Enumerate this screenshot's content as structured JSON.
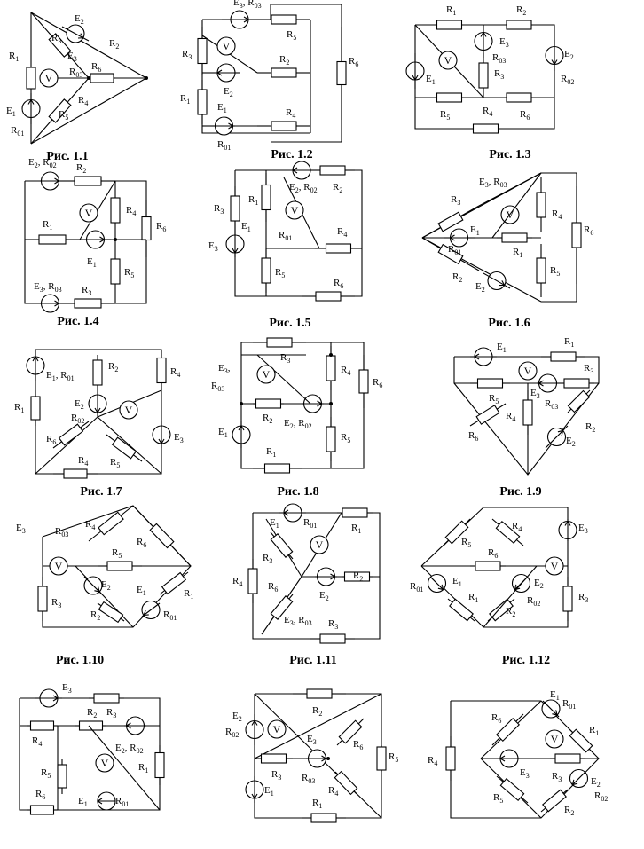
{
  "figures": [
    {
      "caption": "Рис. 1.1",
      "labels": [
        "R1",
        "R3",
        "E2",
        "R2",
        "E3",
        "R03",
        "R6",
        "E1",
        "R01",
        "R5",
        "R4"
      ],
      "voltmeter": "V"
    },
    {
      "caption": "Рис. 1.2",
      "labels": [
        "E3, R03",
        "R5",
        "R3",
        "R2",
        "R6",
        "R1",
        "E2",
        "E1",
        "R4",
        "R01"
      ],
      "voltmeter": "V"
    },
    {
      "caption": "Рис. 1.3",
      "labels": [
        "R1",
        "R2",
        "E3",
        "R03",
        "R3",
        "E1",
        "E2",
        "R02",
        "R5",
        "R4",
        "R6"
      ],
      "voltmeter": "V"
    },
    {
      "caption": "Рис. 1.4",
      "labels": [
        "E2, R02",
        "R2",
        "R4",
        "R1",
        "R6",
        "E1",
        "R5",
        "E3, R03",
        "R3"
      ],
      "voltmeter": "V"
    },
    {
      "caption": "Рис. 1.5",
      "labels": [
        "R1",
        "E2, R02",
        "R2",
        "R3",
        "E1",
        "R01",
        "E3",
        "R4",
        "R5",
        "R6"
      ],
      "voltmeter": "V"
    },
    {
      "caption": "Рис. 1.6",
      "labels": [
        "E3, R03",
        "R3",
        "R4",
        "R6",
        "E1",
        "R01",
        "R1",
        "R5",
        "R2",
        "E2"
      ],
      "voltmeter": "V"
    },
    {
      "caption": "Рис. 1.7",
      "labels": [
        "E1, R01",
        "R2",
        "R4",
        "R1",
        "E2",
        "R02",
        "E3",
        "R6",
        "R4",
        "R5"
      ],
      "voltmeter": "V"
    },
    {
      "caption": "Рис. 1.8",
      "labels": [
        "E3,",
        "R3",
        "R03",
        "R4",
        "R6",
        "R2",
        "E2, R02",
        "E1",
        "R5",
        "R1"
      ],
      "voltmeter": "V"
    },
    {
      "caption": "Рис. 1.9",
      "labels": [
        "E1",
        "R1",
        "R3",
        "E3",
        "R5",
        "R03",
        "R4",
        "R6",
        "R2",
        "E2"
      ],
      "voltmeter": "V"
    },
    {
      "caption": "Рис. 1.10",
      "labels": [
        "E3",
        "R03",
        "R4",
        "R6",
        "R3",
        "R5",
        "E2",
        "E1",
        "R1",
        "R2",
        "R01"
      ],
      "voltmeter": "V"
    },
    {
      "caption": "Рис. 1.11",
      "labels": [
        "E1",
        "R01",
        "R1",
        "R3",
        "R4",
        "R6",
        "E2",
        "R2",
        "E3, R03",
        "R3"
      ],
      "voltmeter": "V"
    },
    {
      "caption": "Рис. 1.12",
      "labels": [
        "R5",
        "R4",
        "E3",
        "R6",
        "E1",
        "E2",
        "R01",
        "R1",
        "R02",
        "R3",
        "R2"
      ],
      "voltmeter": "V"
    },
    {
      "caption": "",
      "labels": [
        "E3",
        "R2",
        "R3",
        "R4",
        "E2, R02",
        "R5",
        "R1",
        "R6",
        "E1",
        "R01"
      ],
      "voltmeter": "V"
    },
    {
      "caption": "",
      "labels": [
        "E2",
        "R2",
        "R02",
        "E3",
        "R6",
        "R5",
        "R3",
        "R03",
        "R4",
        "E1",
        "R1"
      ],
      "voltmeter": "V"
    },
    {
      "caption": "",
      "labels": [
        "E1",
        "R01",
        "R6",
        "R1",
        "R4",
        "E3",
        "R3",
        "E2",
        "R5",
        "R02",
        "R2"
      ],
      "voltmeter": "V"
    }
  ]
}
